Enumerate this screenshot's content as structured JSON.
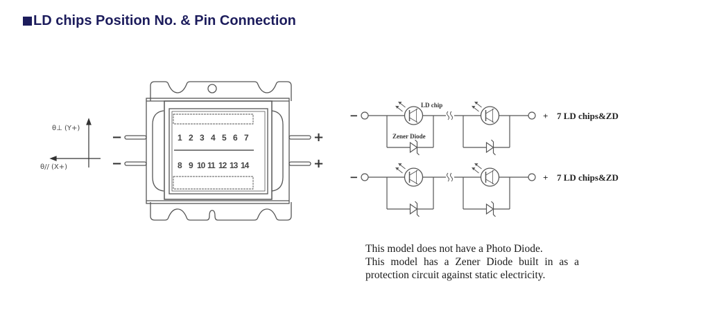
{
  "title": "LD chips Position No. & Pin Connection",
  "axes": {
    "y_label": "θ⊥ (Y+)",
    "x_label": "θ// (X+)"
  },
  "package": {
    "top_row": [
      "1",
      "2",
      "3",
      "4",
      "5",
      "6",
      "7"
    ],
    "bottom_row": [
      "8",
      "9",
      "10",
      "11",
      "12",
      "13",
      "14"
    ],
    "left_pins": [
      "−",
      "−"
    ],
    "right_pins": [
      "+",
      "+"
    ]
  },
  "schematic": {
    "ld_label": "LD chip",
    "zener_label": "Zener Diode",
    "rows": [
      {
        "neg": "−",
        "pos": "+",
        "label": "7 LD chips&ZD"
      },
      {
        "neg": "−",
        "pos": "+",
        "label": "7 LD chips&ZD"
      }
    ]
  },
  "notes": [
    "This model does not have a Photo Diode.",
    "This model has a Zener Diode built in as a",
    "protection circuit against static electricity."
  ],
  "colors": {
    "title": "#1c1c5c",
    "line": "#555555"
  }
}
